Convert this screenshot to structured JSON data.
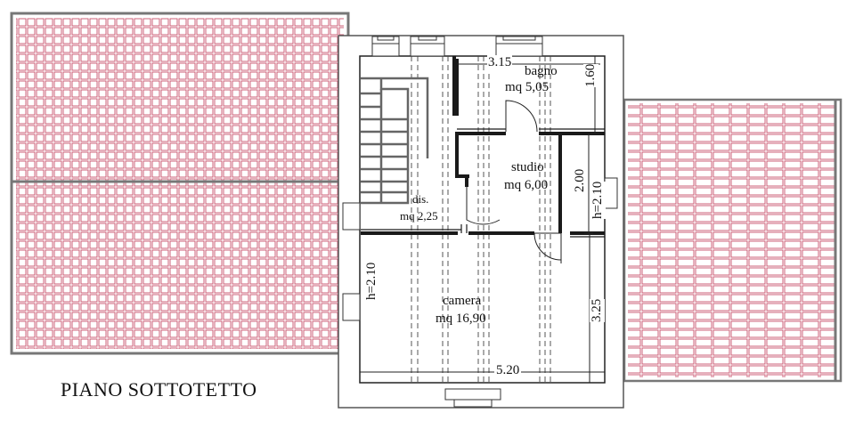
{
  "title": "PIANO SOTTOTETTO",
  "colors": {
    "tile": "#c8506a",
    "line": "#333333",
    "wall": "#1a1a1a"
  },
  "rooms": {
    "bagno": {
      "name": "bagno",
      "area": "mq 5,05"
    },
    "studio": {
      "name": "studio",
      "area": "mq 6,00"
    },
    "dis": {
      "name": "dis.",
      "area": "mq 2,25"
    },
    "camera": {
      "name": "camera",
      "area": "mq 16,90"
    }
  },
  "dimensions": {
    "top_width": "3.15",
    "right_upper": "1.60",
    "right_middle": "2.00",
    "studio_height": "h=2.10",
    "left_height": "h=2.10",
    "right_lower": "3.25",
    "bottom_width": "5.20"
  }
}
